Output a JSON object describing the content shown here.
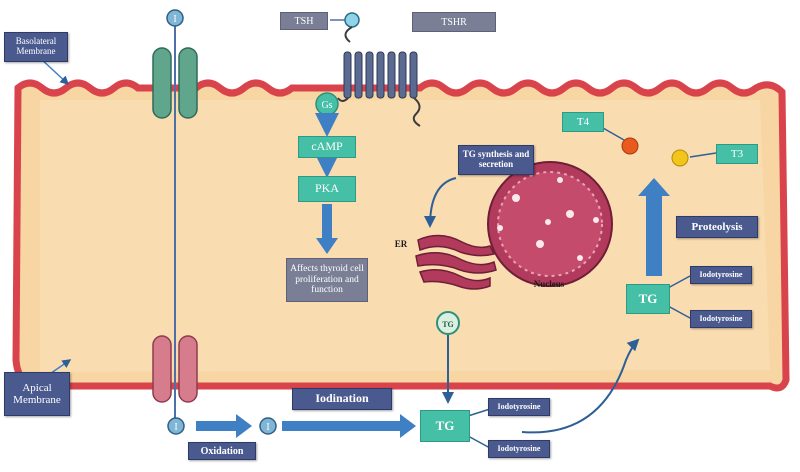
{
  "labels": {
    "basolateral": "Basolateral Membrane",
    "apical": "Apical Membrane",
    "tsh": "TSH",
    "tshr": "TSHR",
    "gs": "Gs",
    "camp": "cAMP",
    "pka": "PKA",
    "affects": "Affects thyroid cell proliferation and function",
    "tg_synthesis": "TG synthesis and secretion",
    "er": "ER",
    "nucleus": "Nucleus",
    "t4": "T4",
    "t3": "T3",
    "proteolysis": "Proteolysis",
    "tg": "TG",
    "iodotyrosine": "Iodotyrosine",
    "iodination": "Iodination",
    "oxidation": "Oxidation",
    "iodide": "I"
  },
  "colors": {
    "membrane": "#d9434b",
    "cytoplasm": "#f8d6a4",
    "channel_top": "#5fa68d",
    "channel_bottom": "#d77c8d",
    "receptor": "#5a6a90",
    "nucleus": "#b23a5c",
    "arrow": "#3f7fc4",
    "t4": "#e85a1e",
    "t3": "#f2c51d"
  }
}
